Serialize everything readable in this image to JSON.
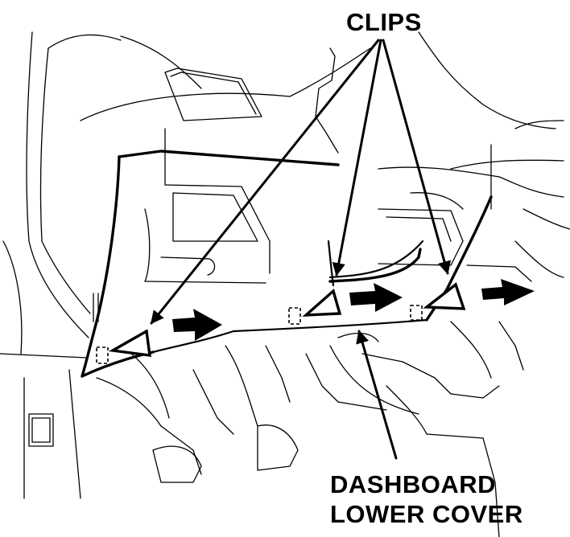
{
  "labels": {
    "clips": "CLIPS",
    "cover_line1": "DASHBOARD",
    "cover_line2": "LOWER COVER"
  },
  "clips": [
    {
      "name": "clip-left"
    },
    {
      "name": "clip-center"
    },
    {
      "name": "clip-right"
    }
  ],
  "colors": {
    "line": "#000000",
    "background": "#ffffff"
  }
}
